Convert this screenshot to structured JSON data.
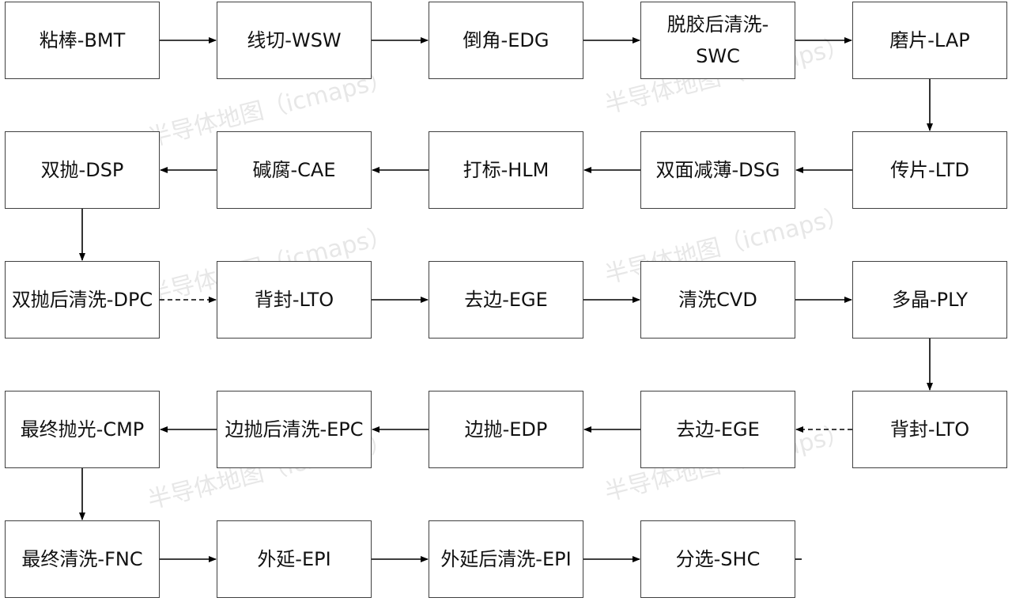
{
  "diagram": {
    "nodes": [
      {
        "label": "粘棒-BMT"
      },
      {
        "label": "线切-WSW"
      },
      {
        "label": "倒角-EDG"
      },
      {
        "label": "脱胶后清洗-SWC"
      },
      {
        "label": "磨片-LAP"
      },
      {
        "label": "传片-LTD"
      },
      {
        "label": "双面减薄-DSG"
      },
      {
        "label": "打标-HLM"
      },
      {
        "label": "碱腐-CAE"
      },
      {
        "label": "双抛-DSP"
      },
      {
        "label": "双抛后清洗-DPC"
      },
      {
        "label": "背封-LTO"
      },
      {
        "label": "去边-EGE"
      },
      {
        "label": "清洗CVD"
      },
      {
        "label": "多晶-PLY"
      },
      {
        "label": "背封-LTO"
      },
      {
        "label": "去边-EGE"
      },
      {
        "label": "边抛-EDP"
      },
      {
        "label": "边抛后清洗-EPC"
      },
      {
        "label": "最终抛光-CMP"
      },
      {
        "label": "最终清洗-FNC"
      },
      {
        "label": "外延-EPI"
      },
      {
        "label": "外延后清洗-EPI"
      },
      {
        "label": "分选-SHC"
      }
    ],
    "edges": [
      {
        "from": 0,
        "to": 1,
        "style": "solid"
      },
      {
        "from": 1,
        "to": 2,
        "style": "solid"
      },
      {
        "from": 2,
        "to": 3,
        "style": "solid"
      },
      {
        "from": 3,
        "to": 4,
        "style": "solid"
      },
      {
        "from": 4,
        "to": 5,
        "style": "solid"
      },
      {
        "from": 5,
        "to": 6,
        "style": "solid"
      },
      {
        "from": 6,
        "to": 7,
        "style": "solid"
      },
      {
        "from": 7,
        "to": 8,
        "style": "solid"
      },
      {
        "from": 8,
        "to": 9,
        "style": "solid"
      },
      {
        "from": 9,
        "to": 10,
        "style": "solid"
      },
      {
        "from": 10,
        "to": 11,
        "style": "dashed"
      },
      {
        "from": 11,
        "to": 12,
        "style": "solid"
      },
      {
        "from": 12,
        "to": 13,
        "style": "solid"
      },
      {
        "from": 13,
        "to": 14,
        "style": "solid"
      },
      {
        "from": 14,
        "to": 15,
        "style": "solid"
      },
      {
        "from": 15,
        "to": 16,
        "style": "dashed"
      },
      {
        "from": 16,
        "to": 17,
        "style": "solid"
      },
      {
        "from": 17,
        "to": 18,
        "style": "solid"
      },
      {
        "from": 18,
        "to": 19,
        "style": "solid"
      },
      {
        "from": 19,
        "to": 20,
        "style": "solid"
      },
      {
        "from": 20,
        "to": 21,
        "style": "solid"
      },
      {
        "from": 21,
        "to": 22,
        "style": "solid"
      },
      {
        "from": 22,
        "to": 23,
        "style": "solid"
      }
    ],
    "watermark": "半导体地图（icmaps）",
    "colors": {
      "border": "#404040",
      "arrow": "#000000",
      "text": "#111111"
    }
  }
}
